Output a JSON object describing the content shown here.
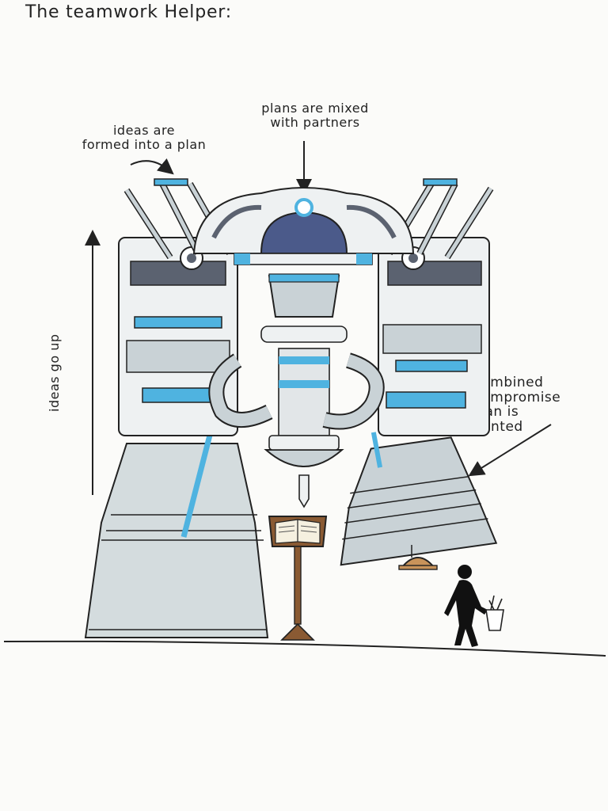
{
  "title": "The teamwork Helper:",
  "annotations": {
    "formed_line1": "ideas are",
    "formed_line2": "formed into a plan",
    "mixed_line1": "plans are mixed",
    "mixed_line2": "with partners",
    "printed_line1": "Combined",
    "printed_line2": "Compromise",
    "printed_line3": "plan is",
    "printed_line4": "printed",
    "ideas_up": "ideas go up"
  },
  "colors": {
    "paper": "#fbfbf9",
    "ink": "#222222",
    "accent_blue": "#4fb3e0",
    "metal_gray": "#c9d2d6",
    "dark_metal": "#5b6270",
    "wood": "#8a5a33"
  },
  "icons": [
    "rocket-engine",
    "book-on-lectern",
    "person-silhouette",
    "hard-hat",
    "toolbox"
  ]
}
